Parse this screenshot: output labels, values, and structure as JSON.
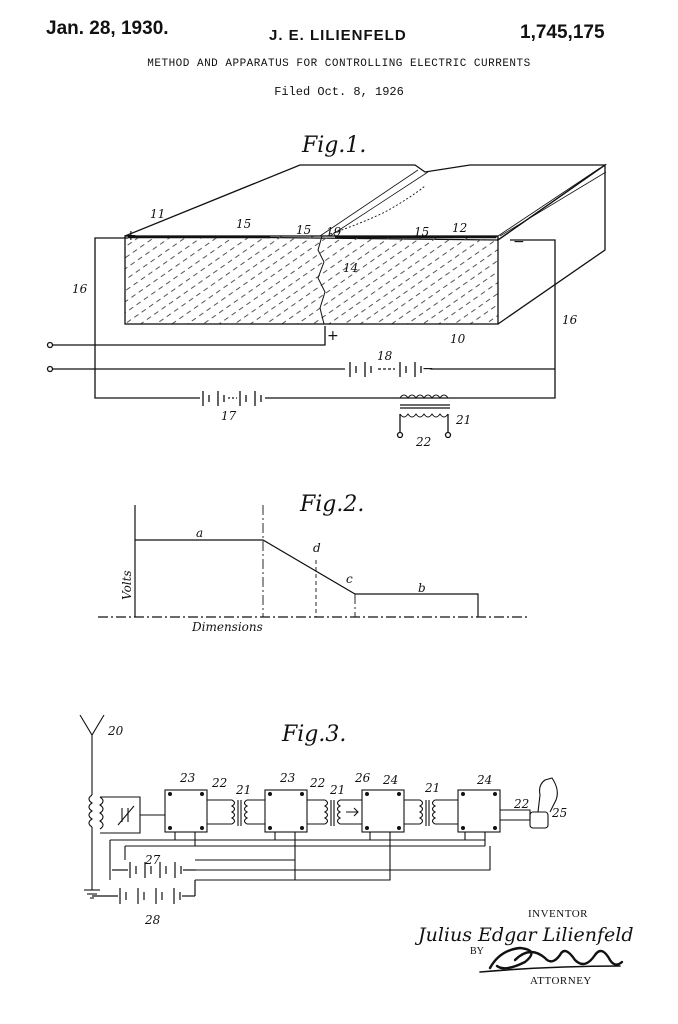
{
  "header": {
    "date": "Jan. 28, 1930.",
    "inventor_name": "J. E. LILIENFELD",
    "patent_number": "1,745,175",
    "title": "METHOD AND APPARATUS FOR CONTROLLING ELECTRIC CURRENTS",
    "filed": "Filed Oct. 8, 1926"
  },
  "figures": {
    "fig1": {
      "title": "Fig.1.",
      "refs": {
        "r11": "11",
        "r15a": "15",
        "r15b": "15",
        "r19": "19",
        "r15c": "15",
        "r12": "12",
        "r14": "14",
        "r16a": "16",
        "r16b": "16",
        "r10": "10",
        "r18": "18",
        "r17": "17",
        "r21": "21",
        "r22": "22"
      },
      "plus_top": "+",
      "plus_mid": "+",
      "minus_top": "−",
      "minus_bat": "−"
    },
    "fig2": {
      "title": "Fig.2.",
      "ylabel": "Volts",
      "xlabel": "Dimensions",
      "labels": {
        "a": "a",
        "b": "b",
        "c": "c",
        "d": "d"
      }
    },
    "fig3": {
      "title": "Fig.3.",
      "refs": {
        "r20": "20",
        "r23a": "23",
        "r22a": "22",
        "r21a": "21",
        "r23b": "23",
        "r22b": "22",
        "r21b": "21",
        "r26": "26",
        "r24a": "24",
        "r21c": "21",
        "r24b": "24",
        "r22c": "22",
        "r25": "25",
        "r27": "27",
        "r28": "28"
      }
    }
  },
  "signature": {
    "inventor_label": "INVENTOR",
    "inventor_signature": "Julius Edgar Lilienfeld",
    "by_label": "BY",
    "attorney_label": "ATTORNEY"
  }
}
